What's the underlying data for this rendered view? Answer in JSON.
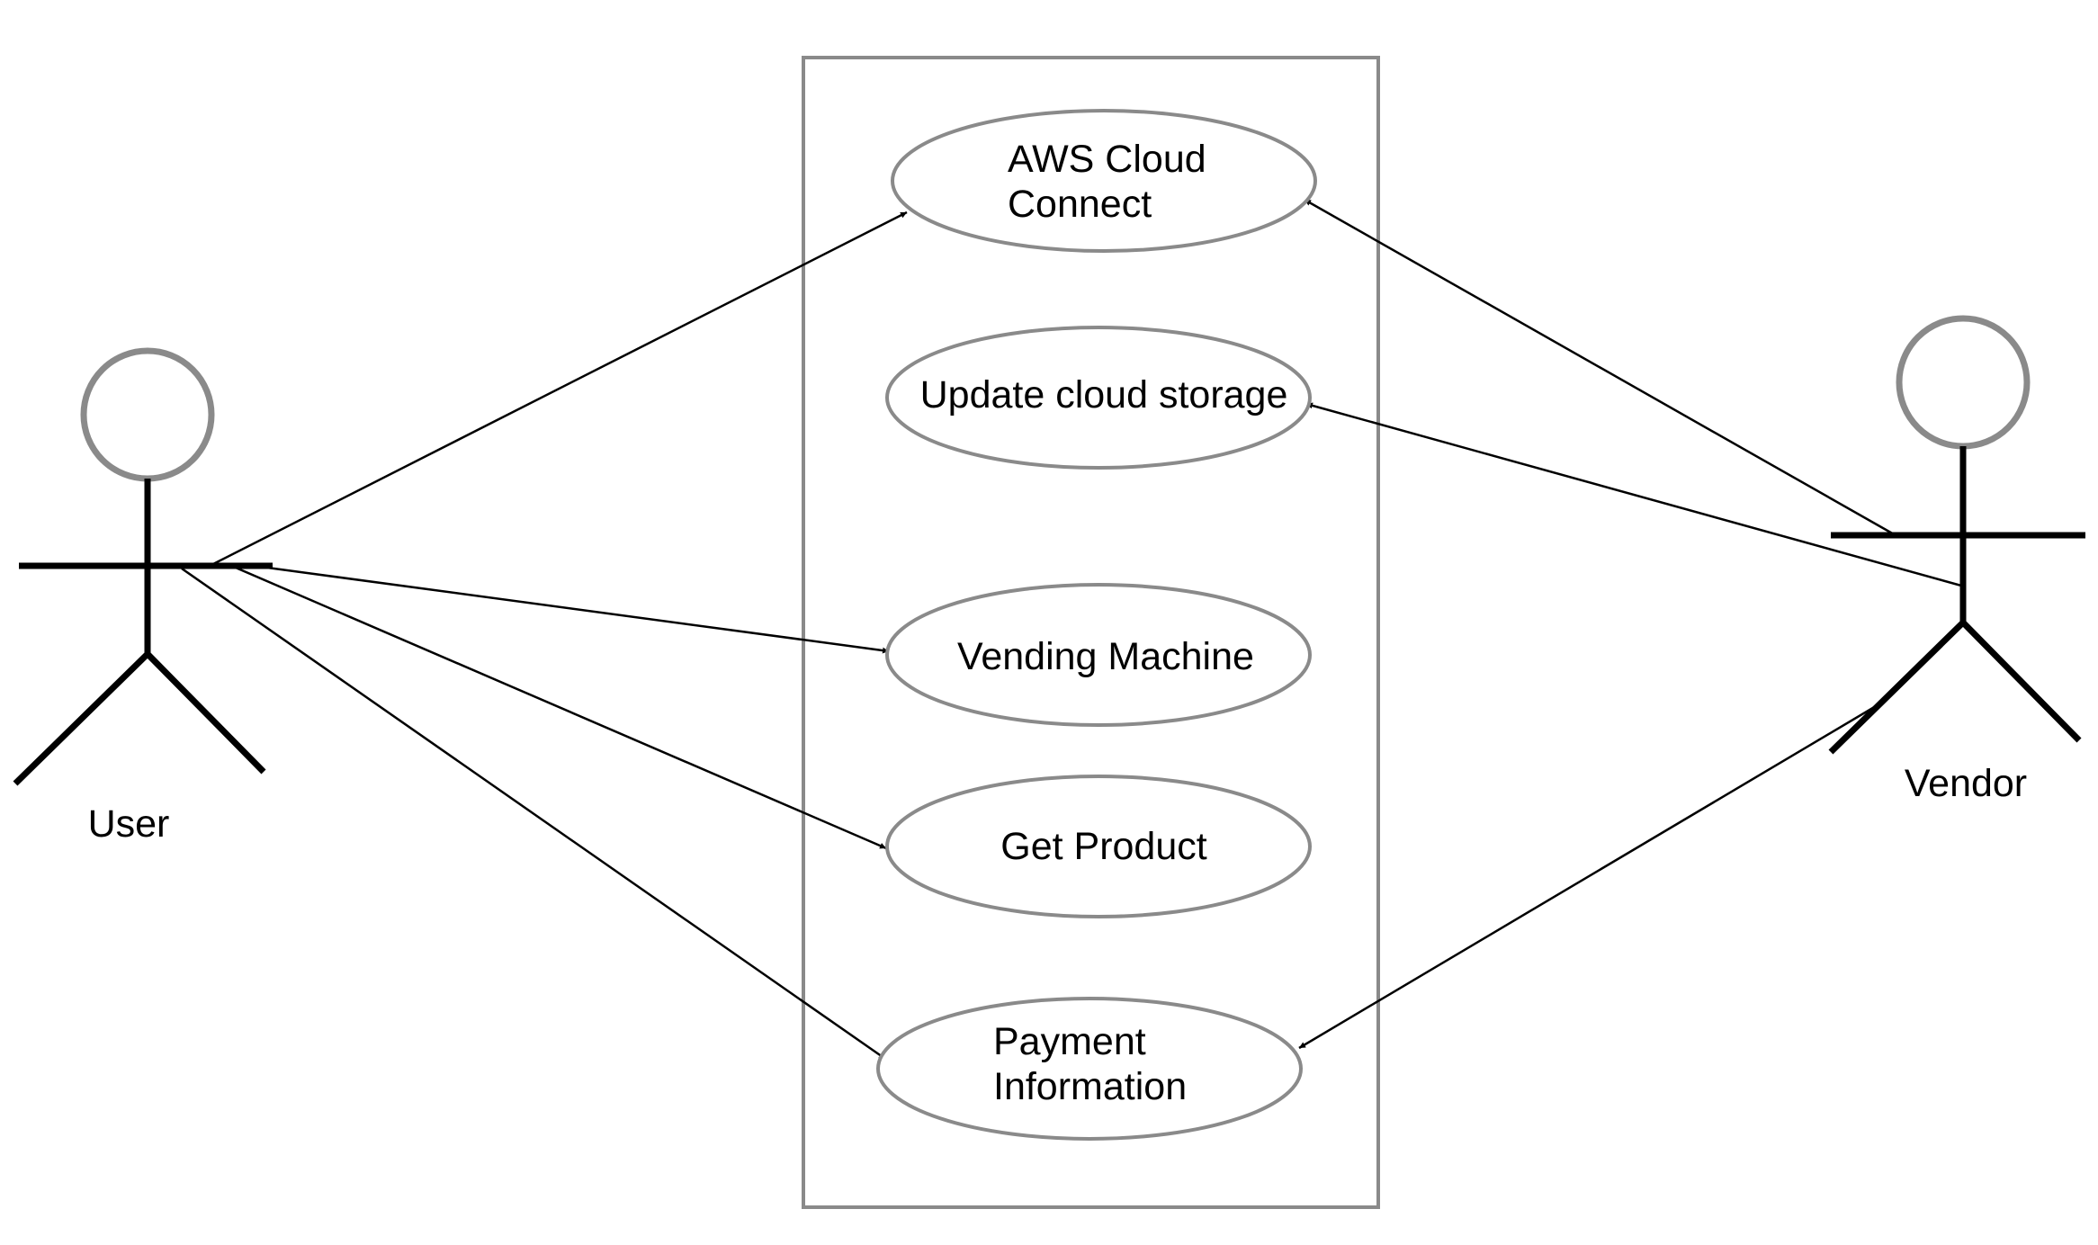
{
  "actors": [
    {
      "id": "user",
      "label": "User"
    },
    {
      "id": "vendor",
      "label": "Vendor"
    }
  ],
  "use_cases": [
    {
      "id": "aws-cloud-connect",
      "lines": [
        "AWS Cloud",
        "Connect"
      ]
    },
    {
      "id": "update-cloud-storage",
      "lines": [
        "Update cloud storage"
      ]
    },
    {
      "id": "vending-machine",
      "lines": [
        "Vending Machine"
      ]
    },
    {
      "id": "get-product",
      "lines": [
        "Get Product"
      ]
    },
    {
      "id": "payment-information",
      "lines": [
        "Payment",
        "Information"
      ]
    }
  ],
  "associations": [
    {
      "from": "user",
      "to": "aws-cloud-connect"
    },
    {
      "from": "user",
      "to": "vending-machine"
    },
    {
      "from": "user",
      "to": "get-product"
    },
    {
      "from": "user",
      "to": "payment-information"
    },
    {
      "from": "vendor",
      "to": "aws-cloud-connect"
    },
    {
      "from": "vendor",
      "to": "update-cloud-storage"
    },
    {
      "from": "vendor",
      "to": "payment-information"
    }
  ]
}
